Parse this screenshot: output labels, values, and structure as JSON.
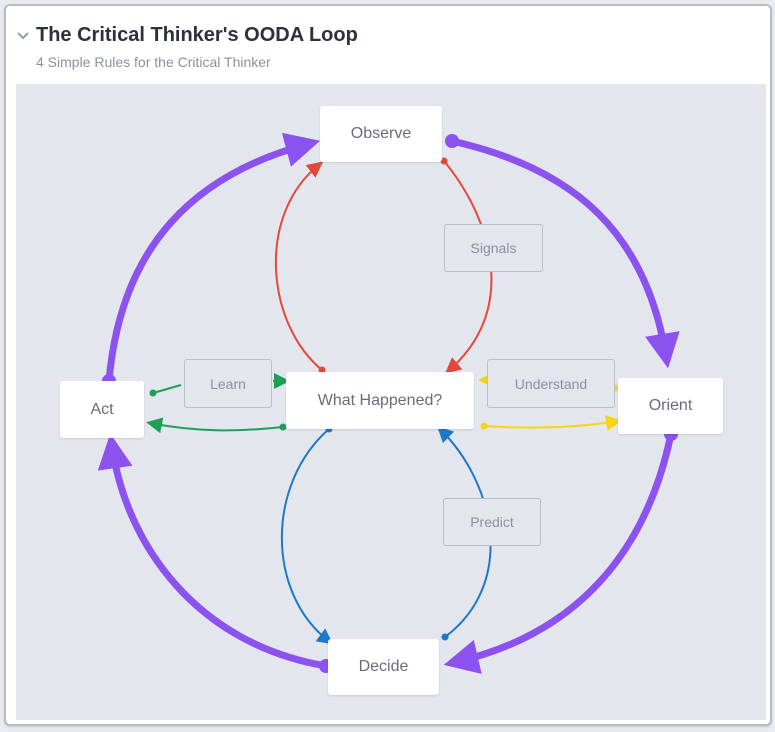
{
  "header": {
    "title": "The Critical Thinker's OODA Loop",
    "subtitle": "4 Simple Rules for the Critical Thinker",
    "collapse_icon": "chevron-down-icon"
  },
  "nodes": {
    "observe": "Observe",
    "orient": "Orient",
    "decide": "Decide",
    "act": "Act",
    "center": "What Happened?"
  },
  "edge_labels": {
    "signals": "Signals",
    "understand": "Understand",
    "predict": "Predict",
    "learn": "Learn"
  },
  "colors": {
    "loop": "#8c52ef",
    "signals": "#e2483b",
    "understand": "#f5d418",
    "predict": "#1f78c8",
    "learn": "#1f9e5a"
  }
}
